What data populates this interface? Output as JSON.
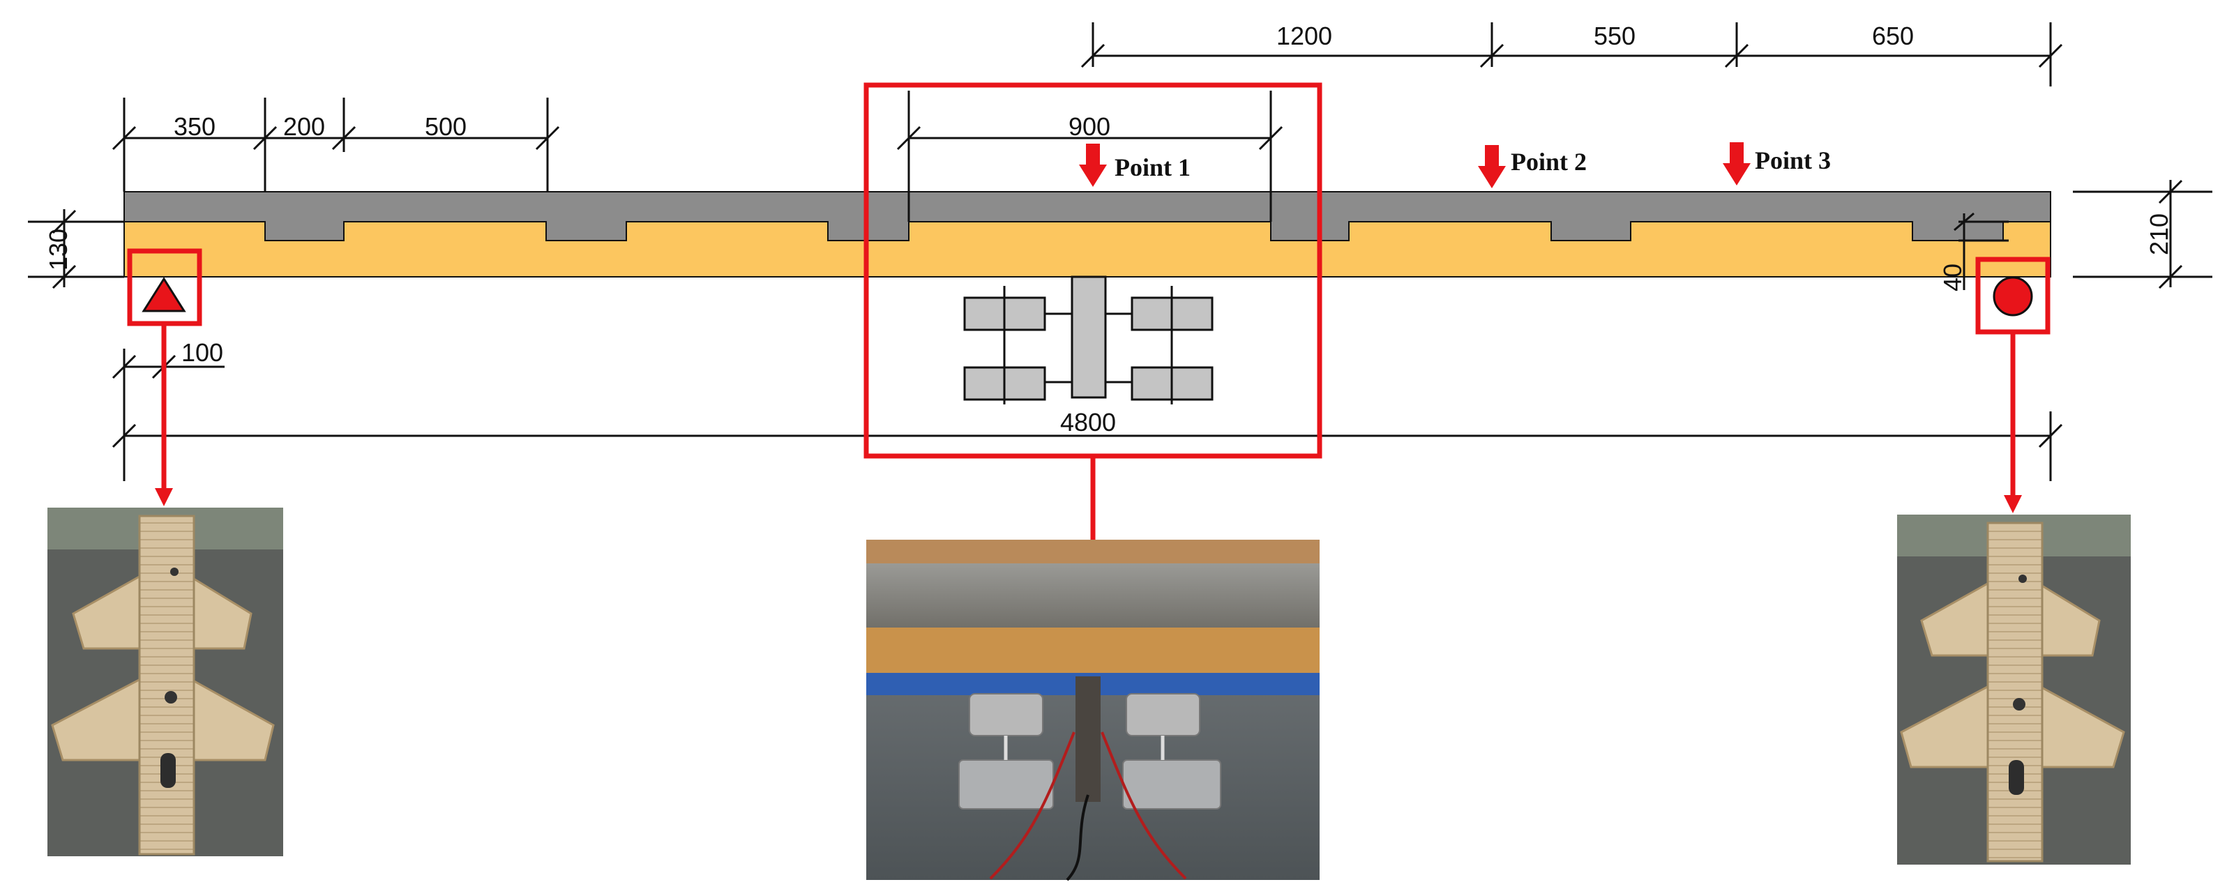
{
  "colors": {
    "concrete": "#8c8c8c",
    "timber": "#fcc65f",
    "highlight": "#e8141a",
    "line": "#111111",
    "device": "#c4c4c4"
  },
  "dimensions": {
    "top": [
      "1200",
      "550",
      "650"
    ],
    "upper": [
      "350",
      "200",
      "500"
    ],
    "mid": "900",
    "span": "4800",
    "support_offset": "100",
    "timber_depth": "130",
    "total_depth": "210",
    "notch_depth": "40"
  },
  "points": [
    "Point 1",
    "Point 2",
    "Point 3"
  ],
  "supports": {
    "left": "pin-support-triangle",
    "right": "roller-support-circle"
  },
  "photos": {
    "left": "support-block-photo",
    "center": "mid-span-sensor-photo",
    "right": "support-block-photo"
  }
}
